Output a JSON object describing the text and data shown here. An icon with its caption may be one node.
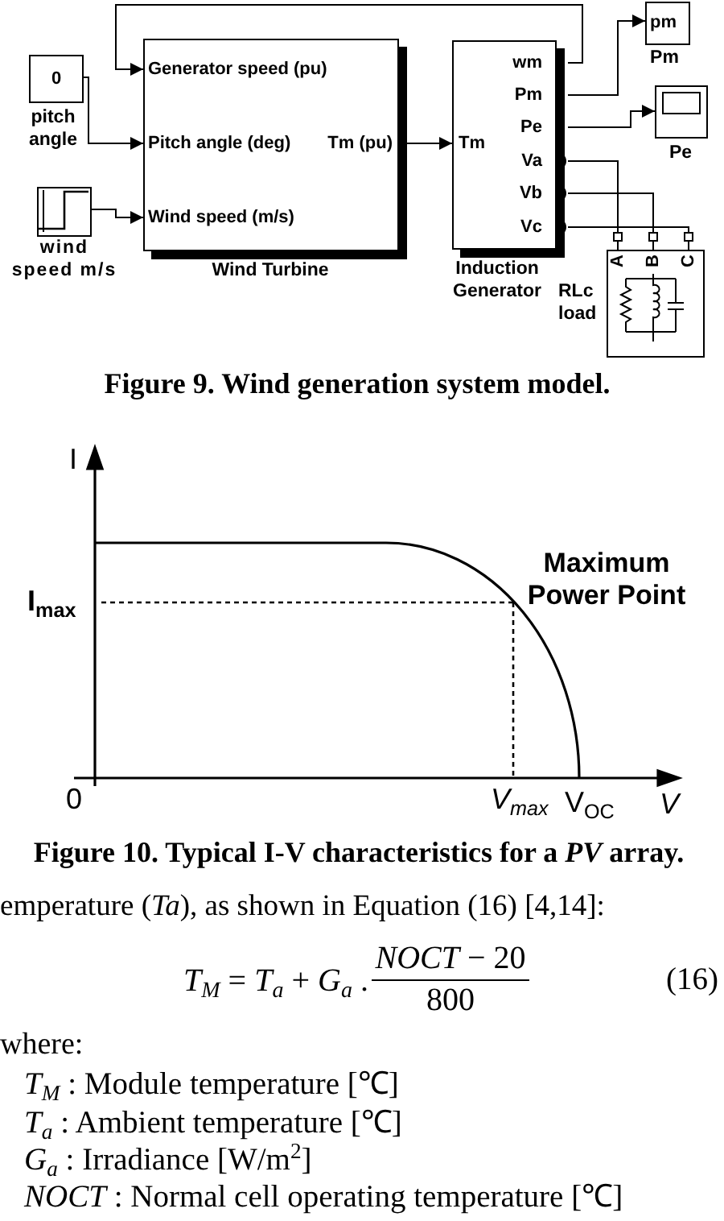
{
  "diagram": {
    "caption": "Figure 9. Wind generation system model.",
    "nodes": [
      {
        "text": [
          "0"
        ],
        "beside": [
          "pitch angle"
        ]
      },
      {
        "text": [],
        "shape": "picture",
        "beside": [
          "wind speed m/s"
        ]
      },
      {
        "text": [
          "Generator speed (pu)",
          "Pitch angle (deg)",
          "Wind speed (m/s)",
          "Tm (pu)"
        ],
        "beside": [
          "Wind Turbine"
        ]
      },
      {
        "text": [
          "Tm",
          "wm",
          "Pm",
          "Pe",
          "Va",
          "Vb",
          "Vc"
        ],
        "beside": [
          "Induction Generator"
        ]
      },
      {
        "text": [
          "pm"
        ],
        "beside": [
          "Pm"
        ]
      },
      {
        "text": [],
        "shape": "picture",
        "beside": [
          "Pe"
        ]
      },
      {
        "text": [
          "A",
          "B",
          "C"
        ],
        "beside": [
          "RLc load"
        ]
      }
    ],
    "edges": [
      {
        "from": 3,
        "to": 2,
        "arrow": "to"
      },
      {
        "from": 0,
        "to": 2,
        "arrow": "to"
      },
      {
        "from": 1,
        "to": 2,
        "arrow": "to"
      },
      {
        "from": 2,
        "to": 3,
        "arrow": "to"
      },
      {
        "from": 3,
        "to": 4,
        "arrow": "to"
      },
      {
        "from": 3,
        "to": 5,
        "arrow": "to"
      },
      {
        "from": 3,
        "to": 6,
        "arrow": "none"
      },
      {
        "from": 3,
        "to": 6,
        "arrow": "none"
      },
      {
        "from": 3,
        "to": 6,
        "arrow": "none"
      }
    ],
    "labels": [
      "I",
      "Maximum Power Point",
      "I$_{max}$",
      "0",
      "V$_{max}$",
      "V$_{OC}$",
      "V",
      "Figure 10. Typical I-V characteristics for a *PV* array.",
      "emperature (*Ta*), as shown in Equation (16) [4,14]:",
      "*T*$_{M}$ = *T*$_{a}$ + *G*$_{a}$ .",
      "*NOCT* − 20",
      "800",
      "(16)",
      "where:",
      "*T*$_{M}$ : Module temperature [℃]",
      "*T*$_{a}$ : Ambient temperature [℃]",
      "*G*$_{a}$ : Irradiance [W/m$^{2}$]",
      "*NOCT* : Normal cell operating temperature [℃]"
    ]
  }
}
